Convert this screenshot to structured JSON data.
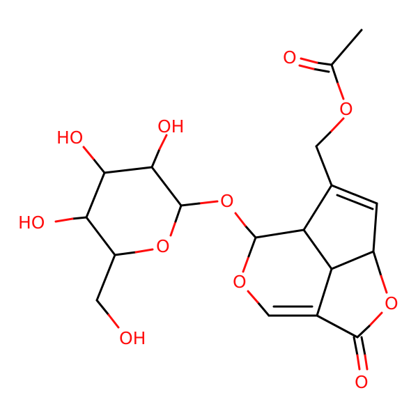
{
  "colors": {
    "bond": "#000000",
    "heteroatom_oxygen": "#ff0d0d",
    "background": "#ffffff"
  },
  "atoms": {
    "o_carbonyl_acetyl": "O",
    "o_ester_acetyl": "O",
    "oh_top": "OH",
    "oh_upper_left": "HO",
    "oh_left": "HO",
    "o_ring_sugar": "O",
    "o_glycosidic": "O",
    "o_ring_pyran": "O",
    "o_lactone_ring": "O",
    "oh_bottom": "OH",
    "o_lactone_carbonyl": "O"
  }
}
